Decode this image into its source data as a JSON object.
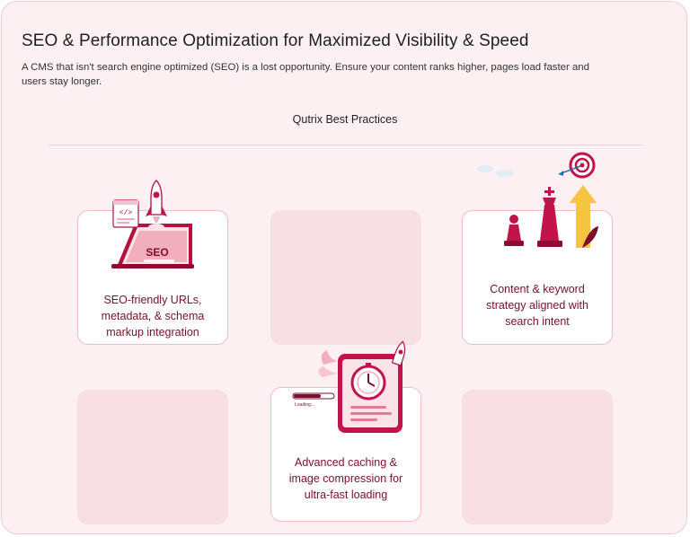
{
  "header": {
    "title": "SEO & Performance Optimization for Maximized Visibility & Speed",
    "description": "A CMS that isn't search engine optimized (SEO) is a lost opportunity. Ensure your content ranks higher, pages load faster and users stay longer.",
    "subheading": "Qutrix Best Practices"
  },
  "cards": {
    "seo": {
      "text": "SEO-friendly URLs, metadata, & schema markup integration",
      "badge": "SEO",
      "code_glyph": "</>"
    },
    "content": {
      "text": "Content & keyword strategy aligned with search intent"
    },
    "caching": {
      "text": "Advanced caching & image compression for ultra-fast loading",
      "loading_label": "Loading..."
    }
  },
  "colors": {
    "accent": "#c2144a",
    "text_dark": "#7c0f2b",
    "panel_bg": "#fdf0f2",
    "card_empty": "#f8dfe4",
    "gold": "#f5c542"
  },
  "icons": [
    "rocket-icon",
    "code-icon",
    "chess-pieces-icon",
    "target-icon",
    "stopwatch-icon"
  ]
}
